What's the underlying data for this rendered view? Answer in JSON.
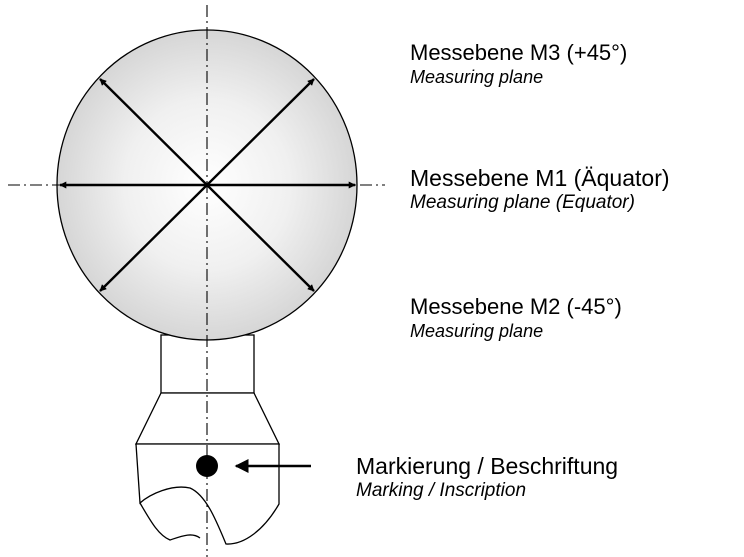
{
  "labels": {
    "m3": {
      "title": "Messebene M3 (+45°)",
      "subtitle": "Measuring plane"
    },
    "m1": {
      "title": "Messebene M1 (Äquator)",
      "subtitle": "Measuring plane (Equator)"
    },
    "m2": {
      "title": "Messebene M2 (-45°)",
      "subtitle": "Measuring plane"
    },
    "marking": {
      "title": "Markierung / Beschriftung",
      "subtitle": "Marking / Inscription"
    }
  },
  "colors": {
    "stroke": "#000000",
    "sphere_center": "#ffffff",
    "sphere_edge": "#d8d8d8"
  }
}
